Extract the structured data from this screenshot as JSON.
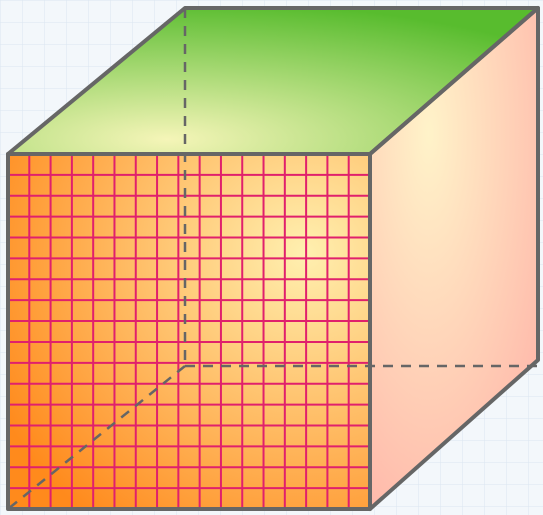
{
  "diagram": {
    "type": "cube",
    "front_face_grid": {
      "columns": 17,
      "rows": 17
    },
    "colors": {
      "background": "#f3f7fb",
      "background_grid": "#dbe6f0",
      "edge": "#666666",
      "hidden_edge": "#666666",
      "front_grid_line": "#e0206c",
      "front_face_dark": "#ff8a1c",
      "front_face_light": "#fff0b0",
      "top_face_dark": "#58bc2e",
      "top_face_light": "#f5f5b8",
      "right_face_dark": "#ffb0a6",
      "right_face_light": "#fff3c9"
    }
  }
}
